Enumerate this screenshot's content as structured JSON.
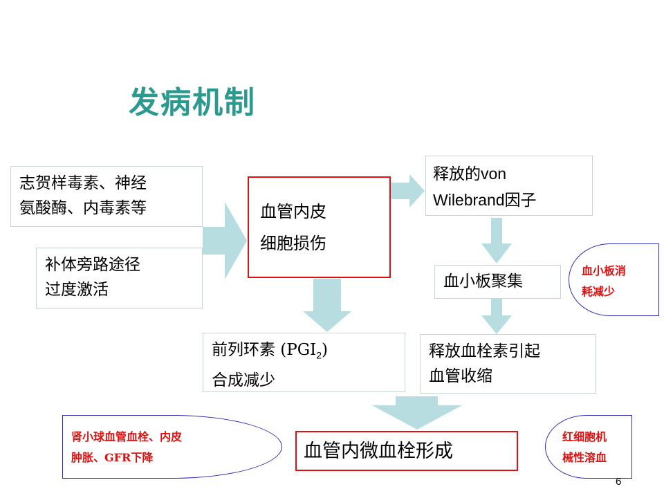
{
  "title": "发病机制",
  "nodes": {
    "toxins": {
      "line1": "志贺样毒素、神经",
      "line2": "氨酸酶、内毒素等"
    },
    "complement": {
      "line1": "补体旁路途径",
      "line2": "过度激活"
    },
    "endothelial": {
      "line1": "血管内皮",
      "line2": "细胞损伤"
    },
    "vwf": {
      "line1": "释放的von",
      "line2": "Wilebrand因子"
    },
    "platelet_aggregation": {
      "label": "血小板聚集"
    },
    "pgi2": {
      "prefix": "前列环素 (PGI",
      "sub": "2",
      "suffix": ")",
      "line2": "合成减少"
    },
    "thrombin": {
      "line1": "释放血栓素引起",
      "line2": "血管收缩"
    },
    "microthrombus": {
      "label": "血管内微血栓形成"
    }
  },
  "notes": {
    "platelet_consumption": {
      "line1": "血小板消",
      "line2": "耗减少"
    },
    "glomerular": {
      "line1": "肾小球血管血栓、内皮",
      "line2": "肿胀、GFR下降"
    },
    "hemolysis": {
      "line1": "红细胞机",
      "line2": "械性溶血"
    }
  },
  "page_number": "6",
  "colors": {
    "title": "#2a9a8e",
    "arrow": "#b7dde0",
    "box_border": "#c3d4d8",
    "red": "#e01010",
    "oval_border": "#2b2bb8"
  }
}
